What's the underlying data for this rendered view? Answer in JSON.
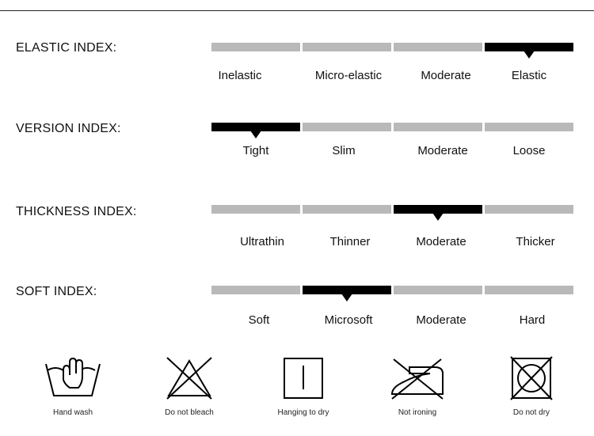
{
  "indices": [
    {
      "title": "ELASTIC INDEX:",
      "selected": 3,
      "options": [
        "Inelastic",
        "Micro-elastic",
        "Moderate",
        "Elastic"
      ]
    },
    {
      "title": "VERSION INDEX:",
      "selected": 0,
      "options": [
        "Tight",
        "Slim",
        "Moderate",
        "Loose"
      ]
    },
    {
      "title": "THICKNESS INDEX:",
      "selected": 2,
      "options": [
        "Ultrathin",
        "Thinner",
        "Moderate",
        "Thicker"
      ]
    },
    {
      "title": "SOFT INDEX:",
      "selected": 1,
      "options": [
        "Soft",
        "Microsoft",
        "Moderate",
        "Hard"
      ]
    }
  ],
  "care": [
    {
      "icon": "hand-wash-icon",
      "label": "Hand wash"
    },
    {
      "icon": "do-not-bleach-icon",
      "label": "Do not bleach"
    },
    {
      "icon": "hanging-to-dry-icon",
      "label": "Hanging to dry"
    },
    {
      "icon": "not-ironing-icon",
      "label": "Not ironing"
    },
    {
      "icon": "do-not-dry-icon",
      "label": "Do not dry"
    }
  ],
  "colors": {
    "active": "#000000",
    "inactive": "#b9b9b9"
  }
}
